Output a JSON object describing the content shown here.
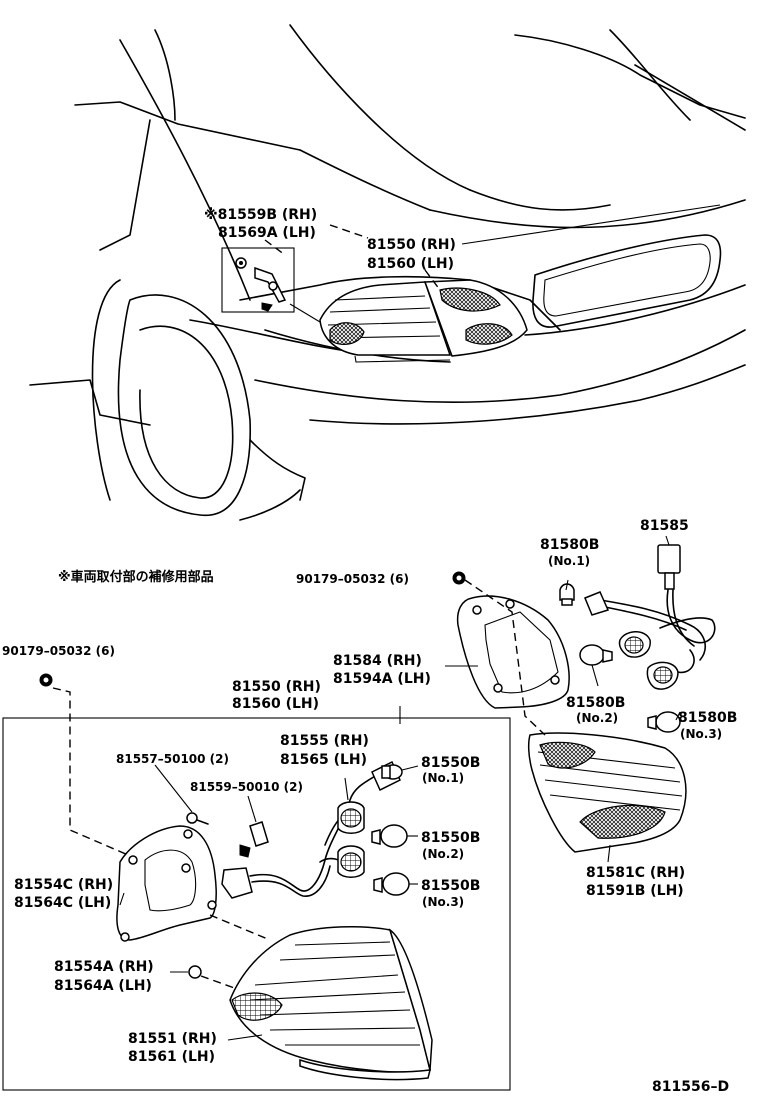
{
  "labels": {
    "top_grommet": "※81559B (RH)",
    "top_grommet_lh": "81569A (LH)",
    "lamp_top": "81550 (RH)",
    "lamp_top_lh": "81560 (LH)",
    "note_jp": "※車両取付部の補修用部品",
    "nut_upper": "90179–05032 (6)",
    "nut_left": "90179–05032 (6)",
    "b81580_no1": "81580B",
    "b81580_no1_sub": "(No.1)",
    "socket_cord": "81585",
    "gasket_inner": "81584   (RH)",
    "gasket_inner_lh": "81594A (LH)",
    "b81580_no2": "81580B",
    "b81580_no2_sub": "(No.2)",
    "b81580_no3": "81580B",
    "b81580_no3_sub": "(No.3)",
    "inner_lens": "81581C (RH)",
    "inner_lens_lh": "81591B (LH)",
    "lamp_box": "81550 (RH)",
    "lamp_box_lh": "81560 (LH)",
    "screw": "81557–50100 (2)",
    "clip": "81559–50010 (2)",
    "cord": "81555 (RH)",
    "cord_lh": "81565 (LH)",
    "bulb_no1": "81550B",
    "bulb_no1_sub": "(No.1)",
    "bulb_no2": "81550B",
    "bulb_no2_sub": "(No.2)",
    "bulb_no3": "81550B",
    "bulb_no3_sub": "(No.3)",
    "gasket_outer": "81554C (RH)",
    "gasket_outer_lh": "81564C (LH)",
    "nut_small": "81554A (RH)",
    "nut_small_lh": "81564A (LH)",
    "outer_lens": "81551 (RH)",
    "outer_lens_lh": "81561 (LH)",
    "diagram_code": "811556–D"
  }
}
